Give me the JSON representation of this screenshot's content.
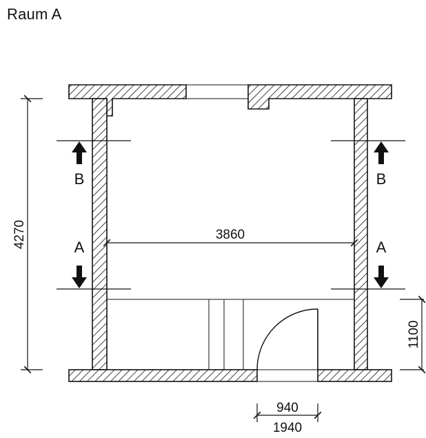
{
  "title": "Raum A",
  "dimensions": {
    "width": "3860",
    "height": "4270",
    "sill_height": "1100",
    "door_opening": "940",
    "door_position": "1940"
  },
  "sections": {
    "top_left": "B",
    "top_right": "B",
    "bottom_left": "A",
    "bottom_right": "A"
  },
  "colors": {
    "line": "#111111",
    "background": "#ffffff"
  }
}
